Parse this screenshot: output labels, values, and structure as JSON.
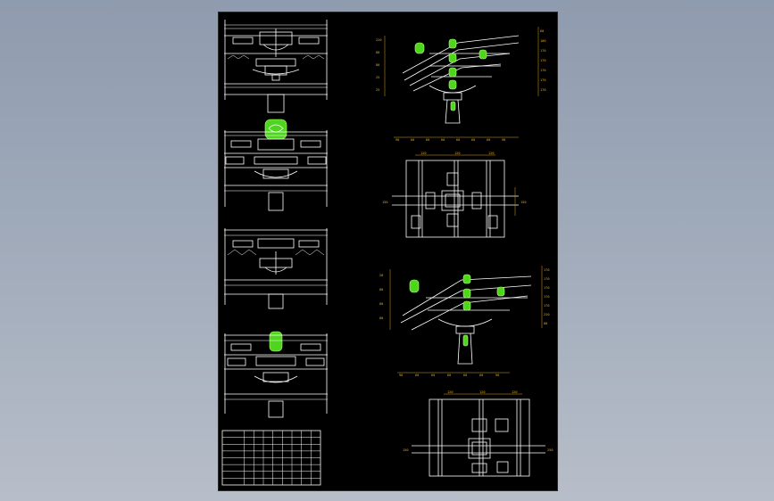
{
  "colors": {
    "background_top": "#8f9bae",
    "sheet": "#000000",
    "line": "#ffffff",
    "accent_green": "#5cff2a",
    "dimension": "#e0ac2a",
    "label": "#2d3cff"
  },
  "views": [
    {
      "id": "elev-1",
      "label": "",
      "green_ornament": false
    },
    {
      "id": "elev-2",
      "label": "",
      "green_ornament": true
    },
    {
      "id": "elev-3",
      "label": "",
      "green_ornament": false
    },
    {
      "id": "elev-4",
      "label": "",
      "green_ornament": true
    },
    {
      "id": "section-1",
      "label": ""
    },
    {
      "id": "plan-1",
      "label": ""
    },
    {
      "id": "section-2",
      "label": ""
    },
    {
      "id": "plan-2",
      "label": ""
    }
  ],
  "dimensions": {
    "section1_left": [
      "220",
      "80",
      "80",
      "25",
      "25"
    ],
    "section1_right": [
      "60",
      "100",
      "170",
      "170",
      "170",
      "170",
      "170"
    ],
    "section1_bottom": [
      "90",
      "60",
      "60",
      "60",
      "60",
      "60",
      "60",
      "90"
    ],
    "plan1": [
      "120",
      "120",
      "120",
      "150",
      "150"
    ],
    "section2_left": [
      "20",
      "80",
      "80",
      "80"
    ],
    "section2_right": [
      "170",
      "170",
      "170",
      "170",
      "170",
      "220",
      "80"
    ],
    "section2_bottom": [
      "90",
      "60",
      "60",
      "60",
      "60",
      "60",
      "90"
    ],
    "plan2": [
      "120",
      "120",
      "120",
      "150",
      "250"
    ]
  },
  "table": {
    "rows": 8,
    "cols": 9
  }
}
